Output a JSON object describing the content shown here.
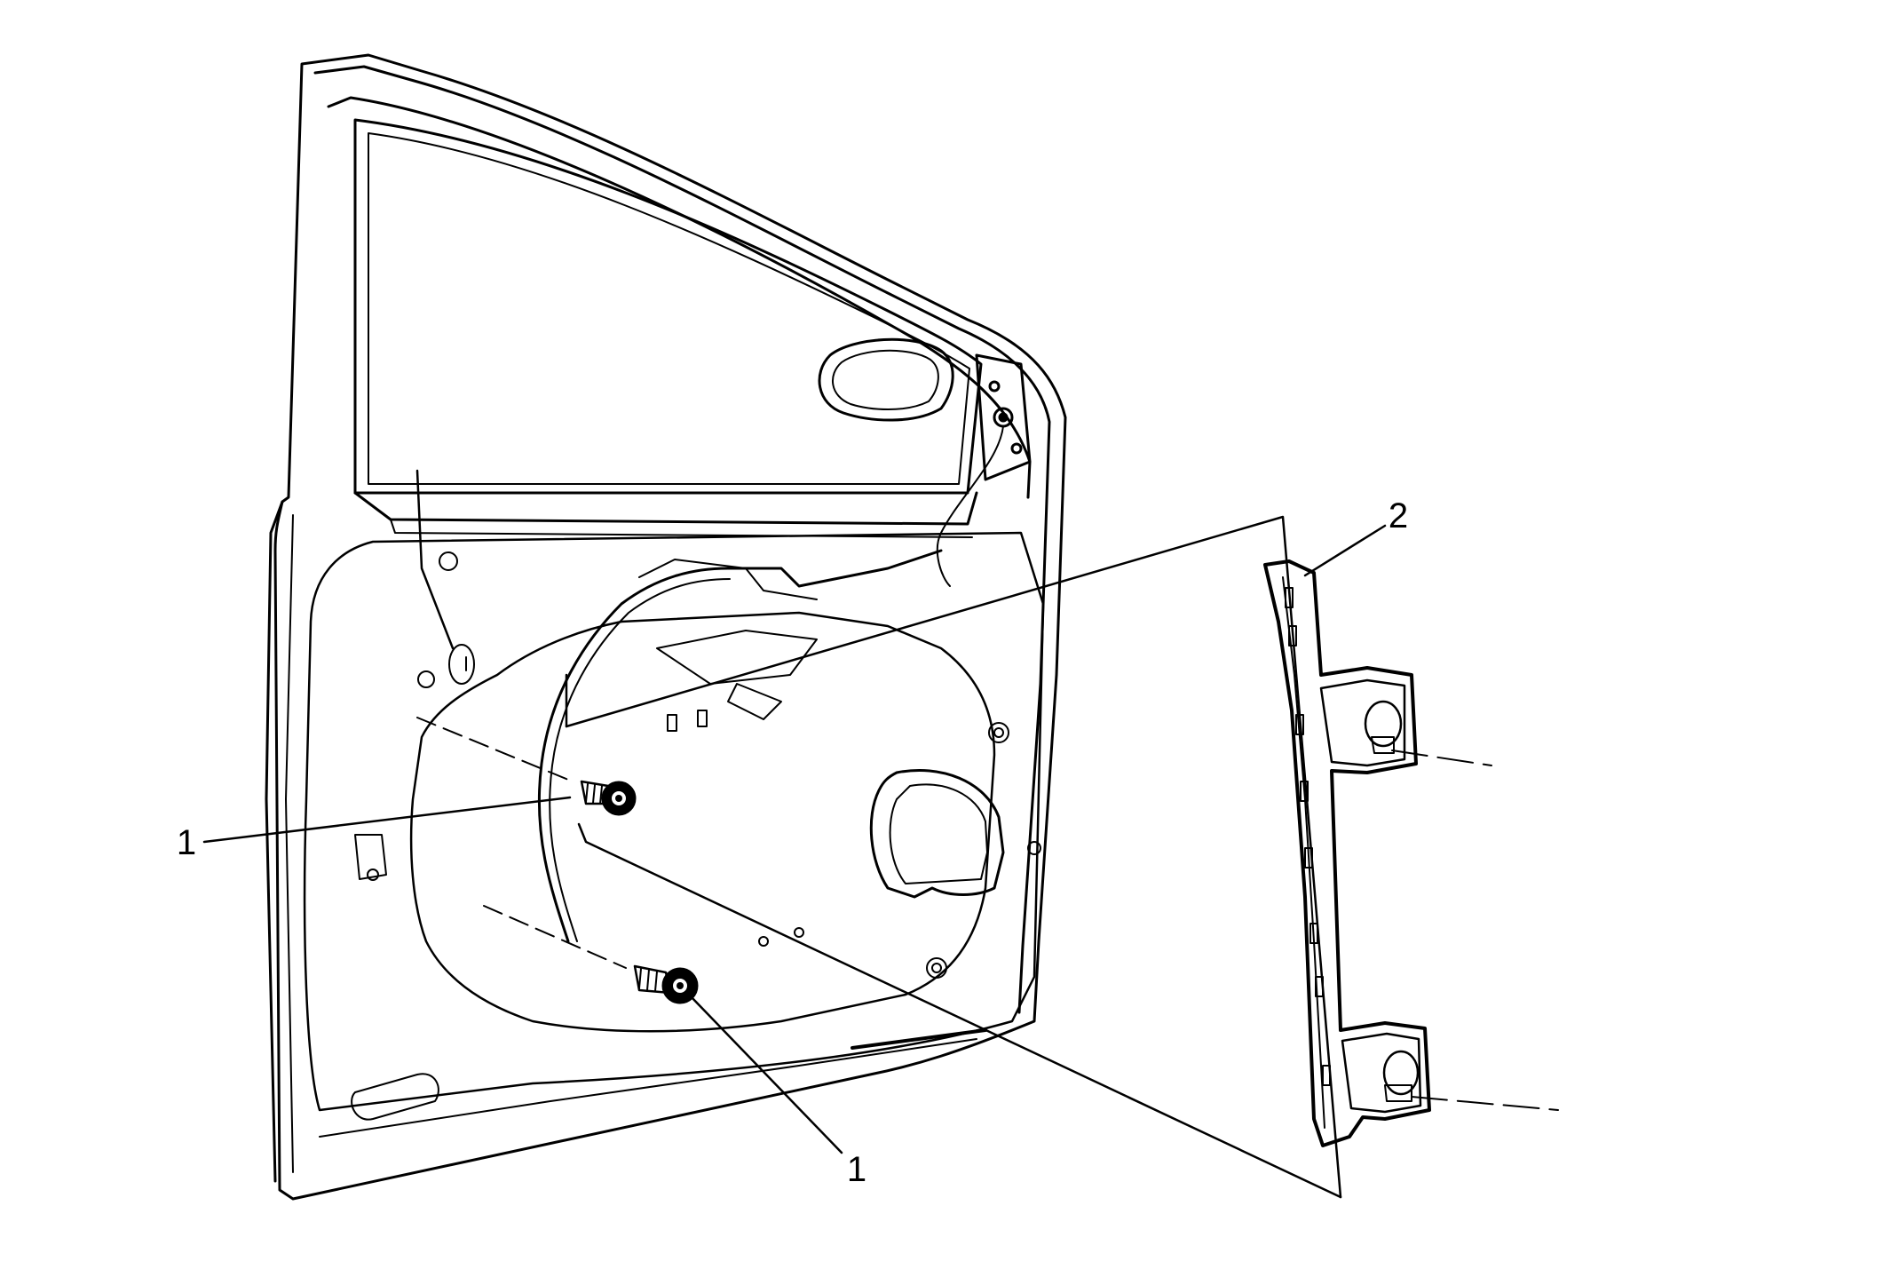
{
  "callouts": {
    "fastener_upper": "1",
    "fastener_lower": "1",
    "bracket": "2"
  },
  "style": {
    "line_color": "#000000",
    "background": "#ffffff"
  }
}
